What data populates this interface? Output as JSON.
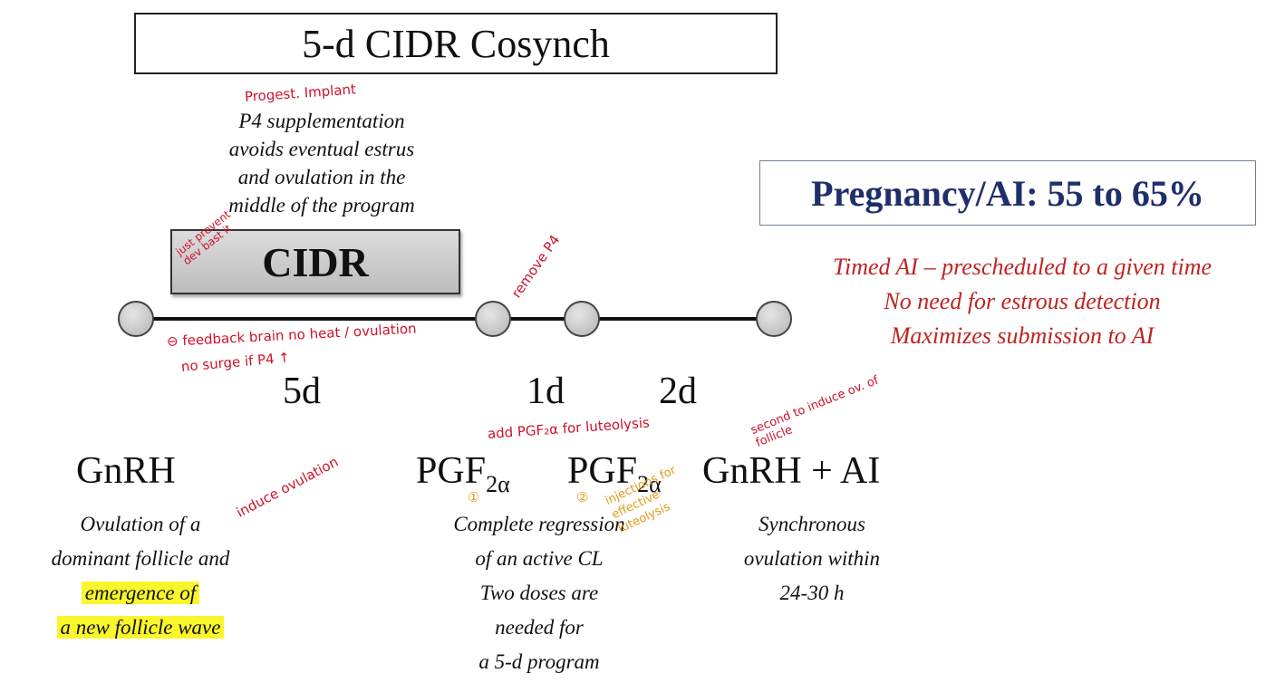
{
  "title": "5-d CIDR Cosynch",
  "p4_note": {
    "lines": [
      "P4 supplementation",
      "avoids eventual estrus",
      "and ovulation in the",
      "middle of the program"
    ]
  },
  "cidr_label": "CIDR",
  "intervals": [
    "5d",
    "1d",
    "2d"
  ],
  "events": {
    "gnrh1": "GnRH",
    "pgf1_main": "PGF",
    "pgf1_sub": "2α",
    "pgf2_main": "PGF",
    "pgf2_sub": "2α",
    "gnrh_ai": "GnRH + AI"
  },
  "descriptions": {
    "gnrh1": {
      "line1": "Ovulation of a",
      "line2": "dominant follicle and",
      "line3": "emergence of",
      "line4": "a new follicle wave"
    },
    "pgf": [
      "Complete regression",
      "of an active CL",
      "Two doses are",
      "needed for",
      "a 5-d program"
    ],
    "gnrh_ai": [
      "Synchronous",
      "ovulation within",
      "24-30 h"
    ]
  },
  "pregnancy": "Pregnancy/AI: 55 to 65%",
  "timed_ai_notes": [
    "Timed AI – prescheduled to a given time",
    "No need for estrous detection",
    "Maximizes submission to AI"
  ],
  "annotations": {
    "progest": "Progest. Implant",
    "just_prevent": "just prevent dev bast it",
    "remove": "remove P4",
    "feedback": "⊖ feedback brain   no heat / ovulation",
    "no_surge": "no surge   if P4 ↑",
    "add_pgf": "add PGF₂α for luteolysis",
    "second": "second to induce ov. of follicle",
    "induce_ovulation": "induce ovulation",
    "num1": "①",
    "num2": "②",
    "injections": "injections for effective luteolysis"
  },
  "colors": {
    "annotation_red": "#d0102a",
    "annotation_orange": "#e39a1b",
    "pregnancy_text": "#1f2f6b",
    "timed_ai_text": "#c0231f",
    "highlight": "#f9f62c"
  }
}
